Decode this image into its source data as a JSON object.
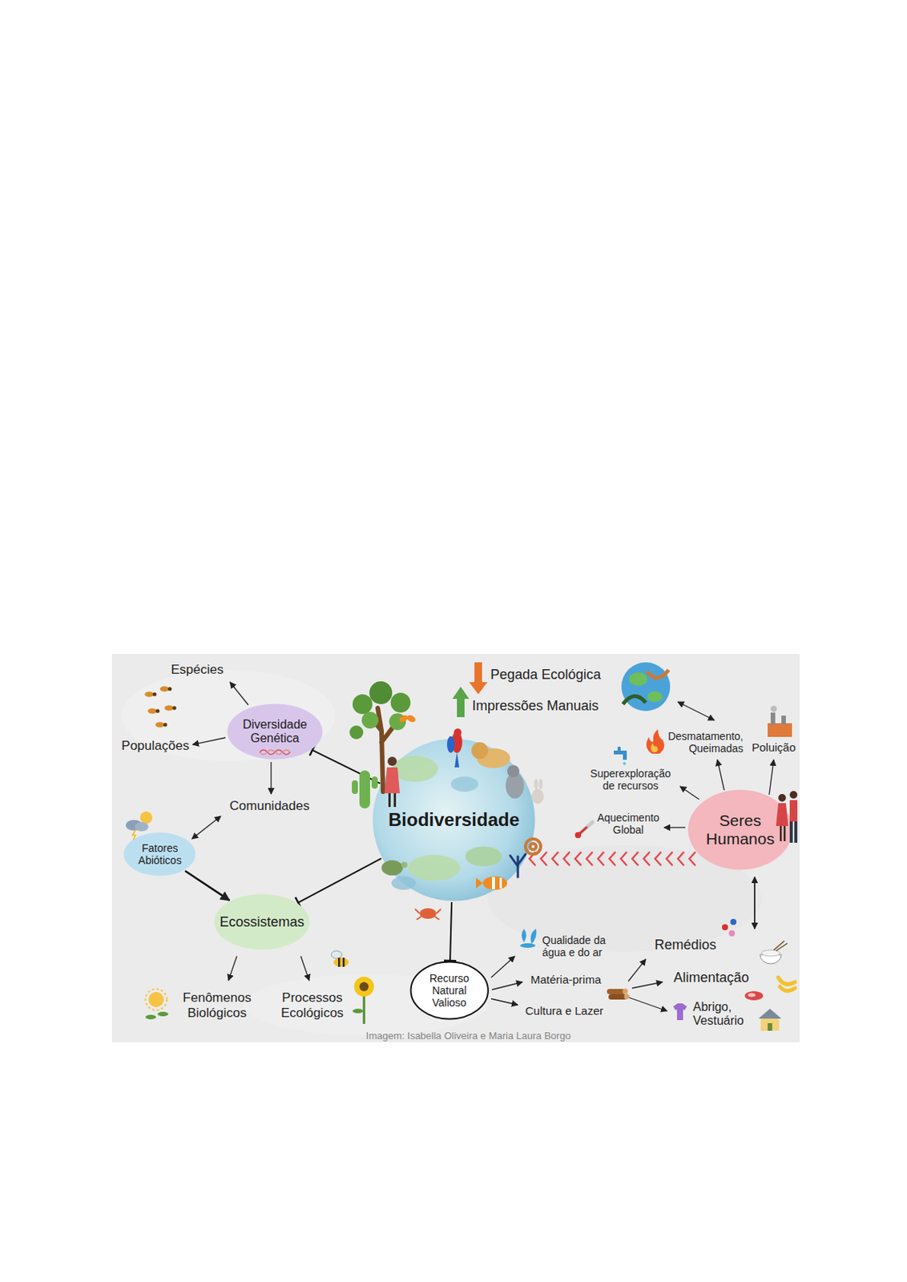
{
  "diagram": {
    "caption": "Imagem: Isabella Oliveira e Maria Laura Borgo",
    "nodes": [
      {
        "text": [
          "Diversidade Genética"
        ]
      },
      {
        "text": [
          "Biodiversidade"
        ]
      },
      {
        "text": [
          "Seres Humanos"
        ]
      },
      {
        "text": [
          "Fatores Abióticos"
        ]
      },
      {
        "text": [
          "Ecossistemas"
        ]
      },
      {
        "text": [
          "Recurso Natural Valioso"
        ]
      }
    ],
    "edges": [
      {
        "from": 1,
        "to": 0,
        "arrow": "none"
      },
      {
        "from": 3,
        "to": 4,
        "arrow": "to"
      },
      {
        "from": 1,
        "to": 4,
        "arrow": "none"
      },
      {
        "from": 1,
        "to": 5,
        "arrow": "none"
      },
      {
        "from": 2,
        "to": 1,
        "arrow": "to"
      }
    ],
    "labels": [
      "Espécies",
      "Populações",
      "Comunidades",
      "Fenômenos Biológicos",
      "Processos Ecológicos",
      "Pegada Ecológica",
      "Impressões Manuais",
      "Desmatamento, Queimadas",
      "Poluição",
      "Superexploração de recursos",
      "Aquecimento Global",
      "Qualidade da água e do ar",
      "Matéria-prima",
      "Cultura e Lazer",
      "Remédios",
      "Alimentação",
      "Abrigo, Vestuário"
    ]
  }
}
